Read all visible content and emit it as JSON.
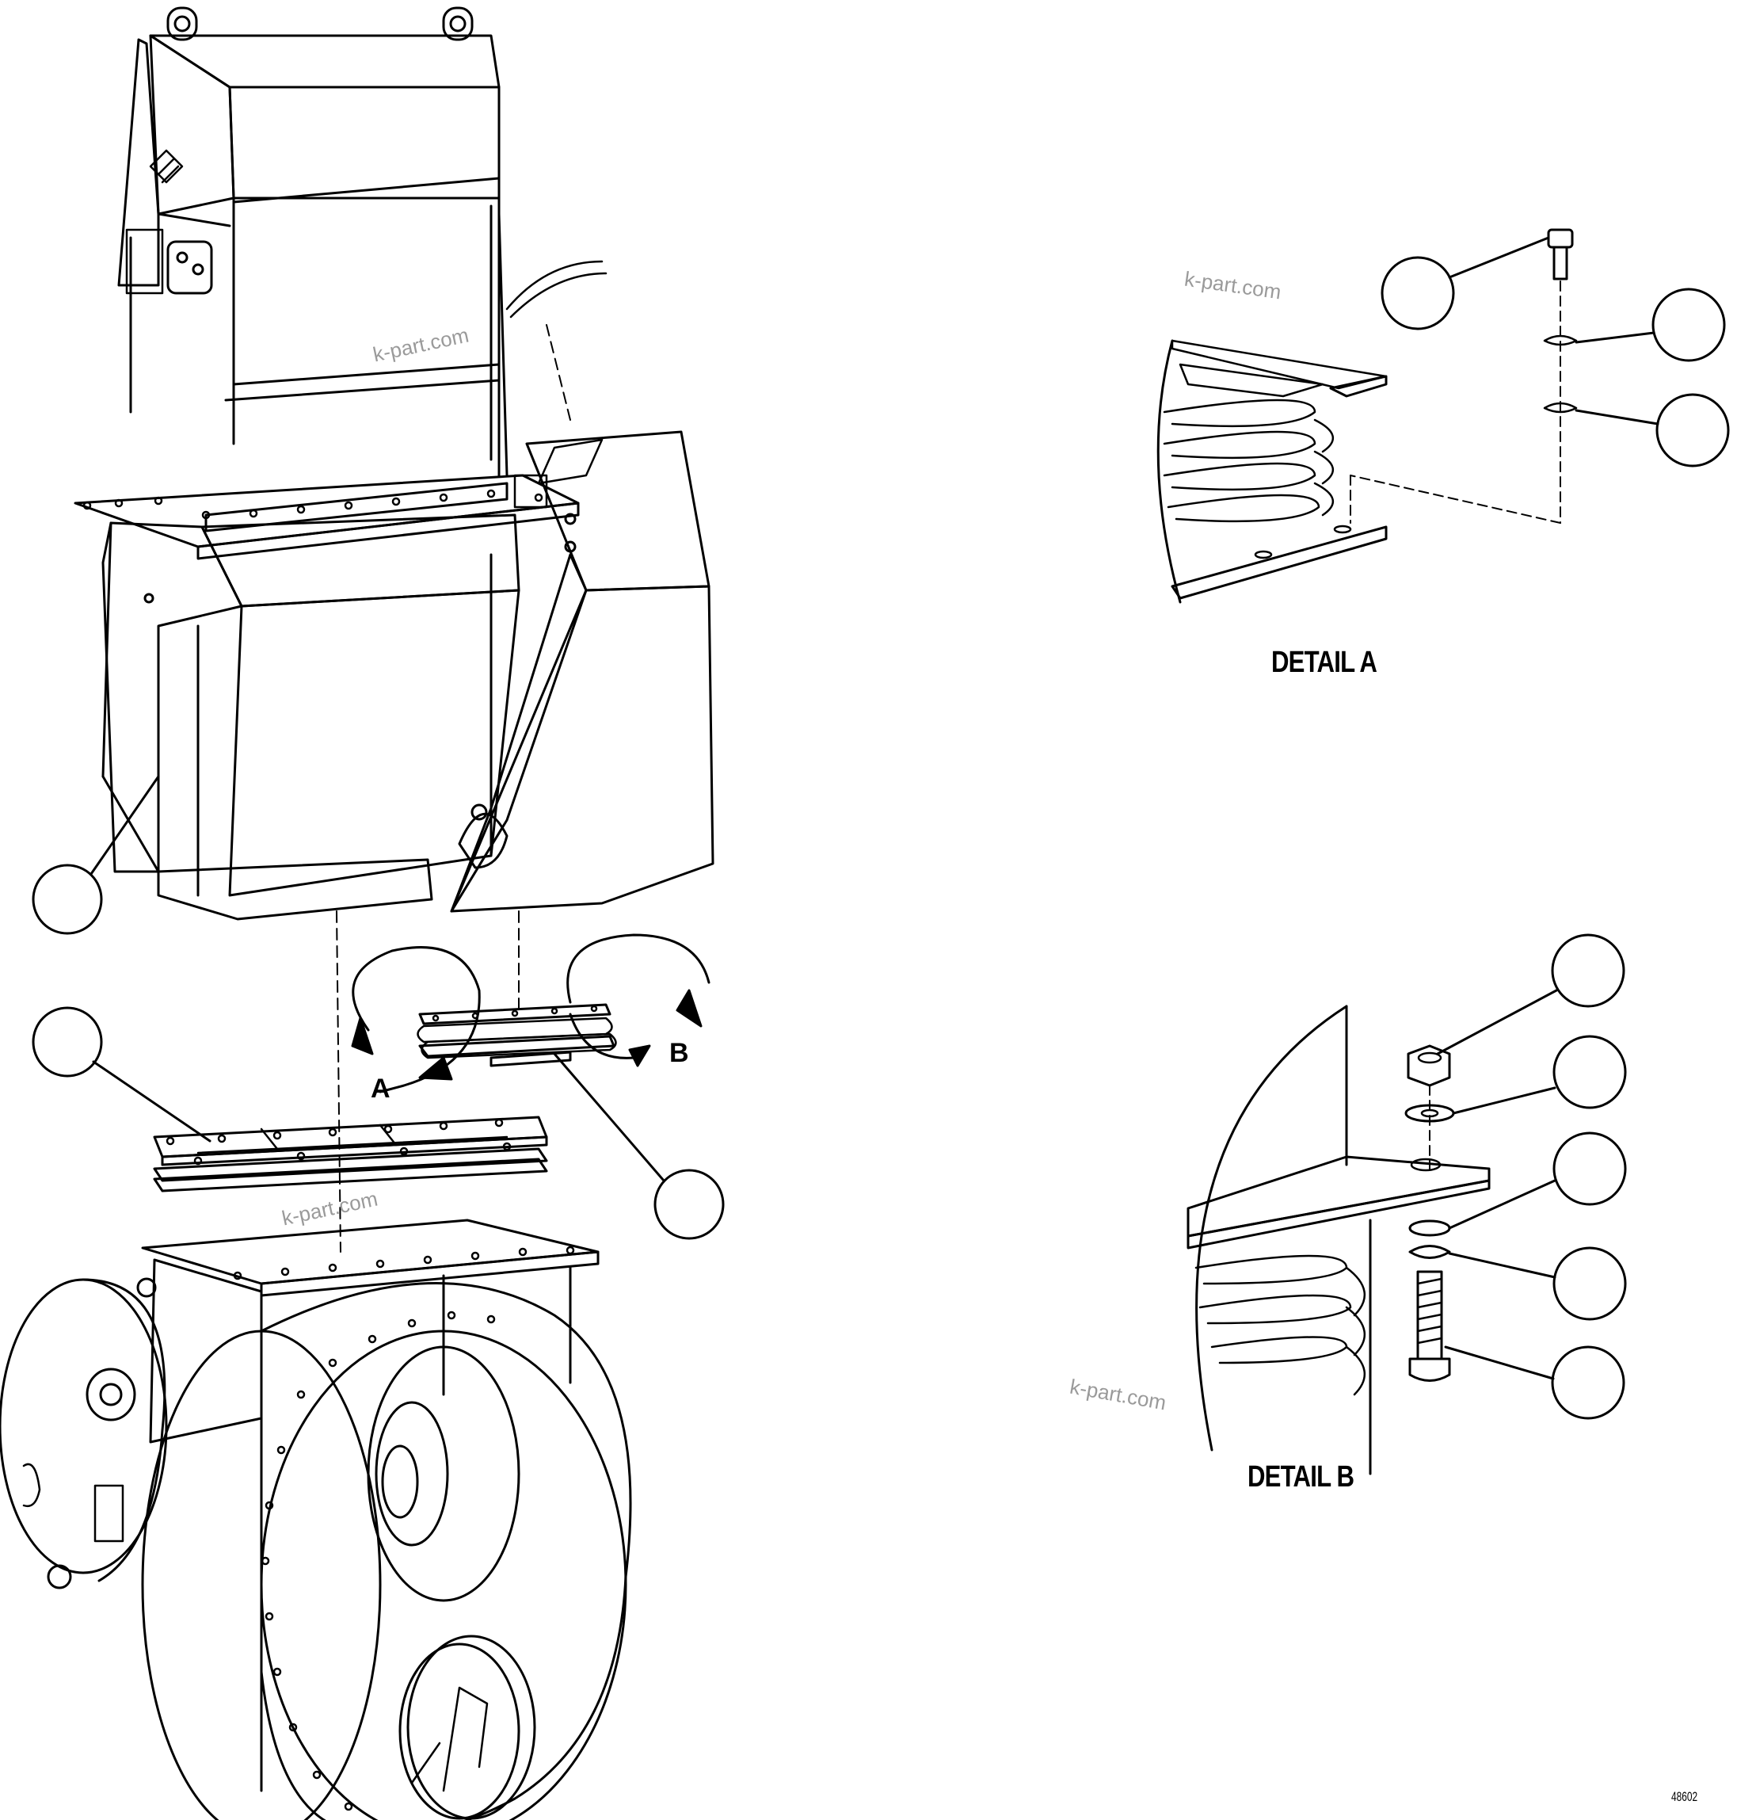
{
  "detail_a_label": "DETAIL A",
  "detail_b_label": "DETAIL B",
  "view_a_label": "A",
  "view_b_label": "B",
  "watermark": "k-part.com",
  "figure_number": "48602",
  "colors": {
    "line": "#000000",
    "watermark": "#9a9a9a",
    "background": "#ffffff"
  }
}
